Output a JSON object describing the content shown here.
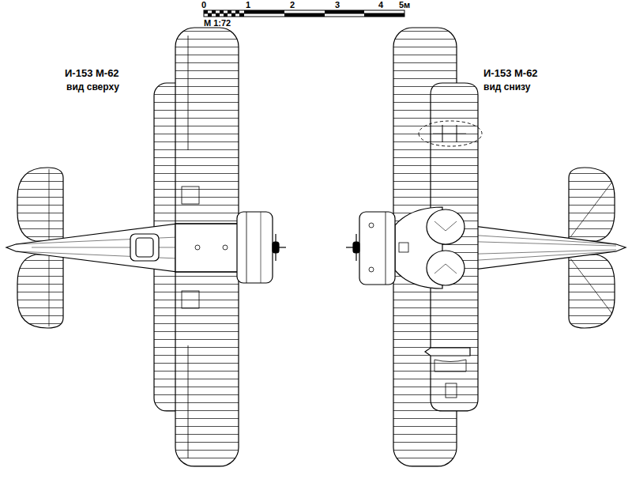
{
  "diagram": {
    "labels": [
      "0",
      "1",
      "2",
      "3",
      "4",
      "5м",
      "М 1:72",
      "И-153 М-62",
      "вид сверху",
      "И-153 М-62",
      "вид снизу"
    ]
  }
}
